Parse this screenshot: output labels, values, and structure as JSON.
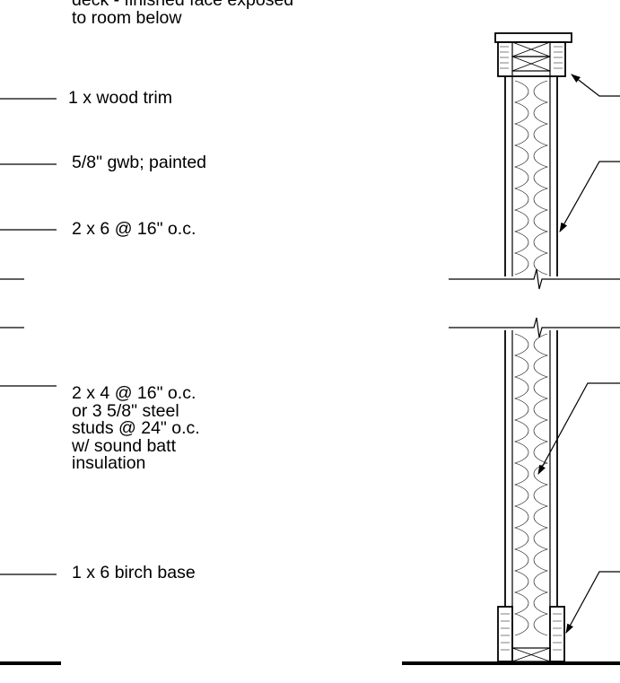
{
  "drawing": {
    "top_note": {
      "lines": [
        "deck - finished face exposed",
        "to room below"
      ]
    },
    "labels": [
      {
        "id": "trim",
        "lines": [
          "1 x wood trim"
        ]
      },
      {
        "id": "gwb",
        "lines": [
          "5/8\" gwb; painted"
        ]
      },
      {
        "id": "joist",
        "lines": [
          "2 x 6 @ 16\" o.c."
        ]
      },
      {
        "id": "studs",
        "lines": [
          "2 x 4 @ 16\" o.c.",
          "or 3 5/8\" steel",
          "studs @ 24\" o.c.",
          "w/ sound batt",
          "insulation"
        ]
      },
      {
        "id": "base",
        "lines": [
          "1 x 6 birch base"
        ]
      }
    ]
  }
}
